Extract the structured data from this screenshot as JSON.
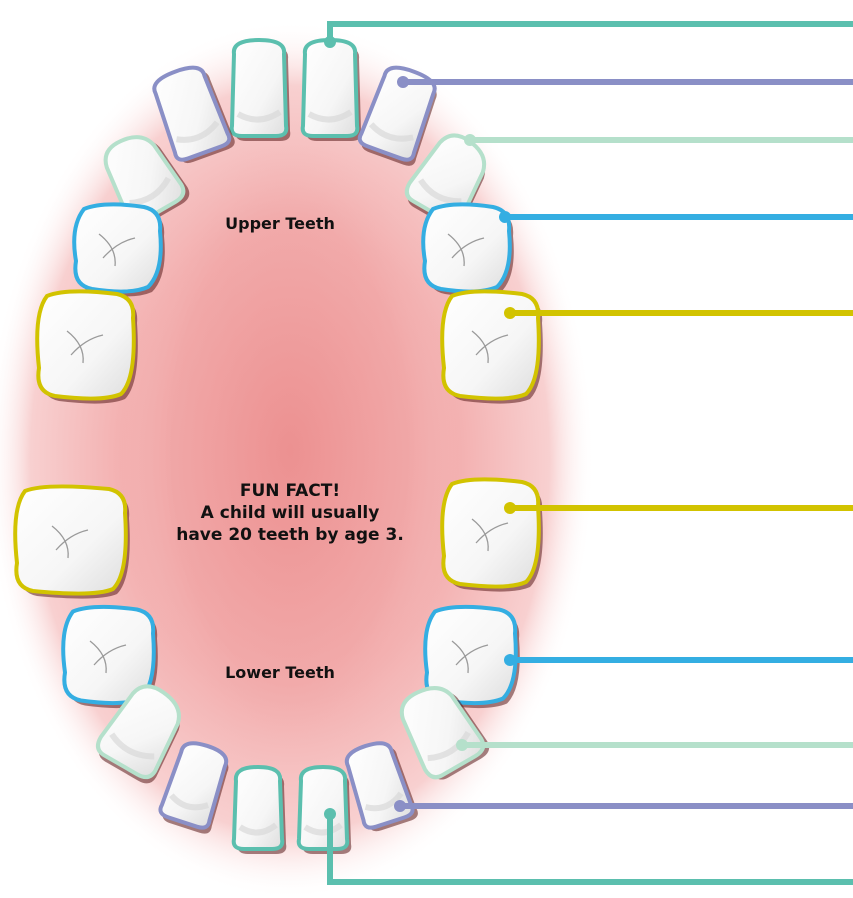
{
  "labels": {
    "upper": "Upper Teeth",
    "lower": "Lower Teeth",
    "fun_fact_title": "FUN FACT!",
    "fun_fact_line1": "A child will usually",
    "fun_fact_line2": "have 20 teeth by age 3."
  },
  "colors": {
    "central_incisor": "#5bbfae",
    "lateral_incisor": "#8a8fc6",
    "canine": "#b5e0cb",
    "first_molar": "#34aee2",
    "second_molar": "#d2c300",
    "gum_outer": "#fbe3e3",
    "gum_inner": "#ef9a9a",
    "tooth_fill": "#ffffff",
    "tooth_shade": "#e6e6e6"
  },
  "upper_teeth": [
    {
      "name": "upper-right-central-incisor",
      "type": "central_incisor"
    },
    {
      "name": "upper-left-central-incisor",
      "type": "central_incisor"
    },
    {
      "name": "upper-right-lateral-incisor",
      "type": "lateral_incisor"
    },
    {
      "name": "upper-left-lateral-incisor",
      "type": "lateral_incisor"
    },
    {
      "name": "upper-right-canine",
      "type": "canine"
    },
    {
      "name": "upper-left-canine",
      "type": "canine"
    },
    {
      "name": "upper-right-first-molar",
      "type": "first_molar"
    },
    {
      "name": "upper-left-first-molar",
      "type": "first_molar"
    },
    {
      "name": "upper-right-second-molar",
      "type": "second_molar"
    },
    {
      "name": "upper-left-second-molar",
      "type": "second_molar"
    }
  ],
  "lower_teeth": [
    {
      "name": "lower-right-second-molar",
      "type": "second_molar"
    },
    {
      "name": "lower-left-second-molar",
      "type": "second_molar"
    },
    {
      "name": "lower-right-first-molar",
      "type": "first_molar"
    },
    {
      "name": "lower-left-first-molar",
      "type": "first_molar"
    },
    {
      "name": "lower-right-canine",
      "type": "canine"
    },
    {
      "name": "lower-left-canine",
      "type": "canine"
    },
    {
      "name": "lower-right-lateral-incisor",
      "type": "lateral_incisor"
    },
    {
      "name": "lower-left-lateral-incisor",
      "type": "lateral_incisor"
    },
    {
      "name": "lower-right-central-incisor",
      "type": "central_incisor"
    },
    {
      "name": "lower-left-central-incisor",
      "type": "central_incisor"
    }
  ]
}
